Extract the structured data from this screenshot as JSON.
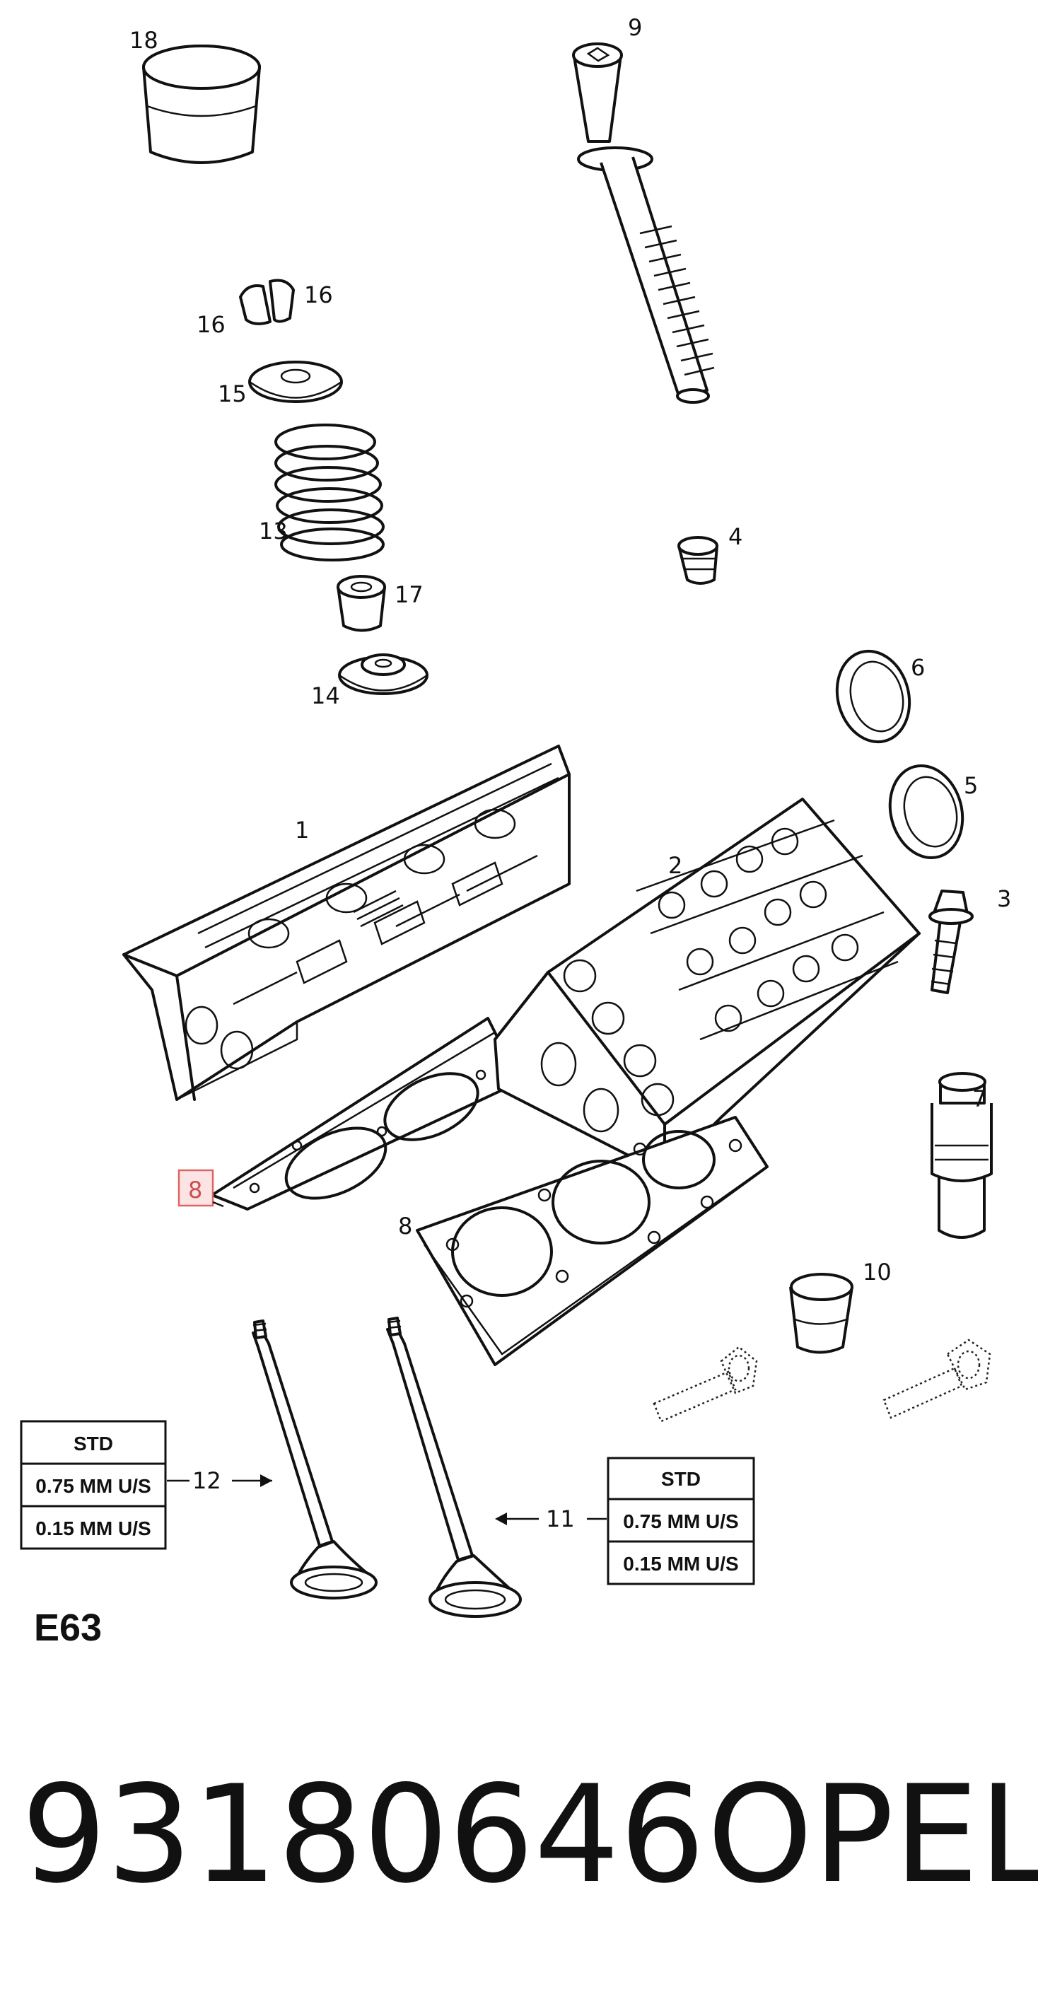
{
  "callouts": {
    "c18": "18",
    "c9": "9",
    "c16a": "16",
    "c16b": "16",
    "c15": "15",
    "c13": "13",
    "c17": "17",
    "c14": "14",
    "c4": "4",
    "c6": "6",
    "c5": "5",
    "c1": "1",
    "c2": "2",
    "c3": "3",
    "c7": "7",
    "c8_highlight": "8",
    "c8": "8",
    "c10": "10",
    "c12": "12",
    "c11": "11"
  },
  "tables": {
    "left": [
      "STD",
      "0.75 MM U/S",
      "0.15 MM U/S"
    ],
    "right": [
      "STD",
      "0.75 MM U/S",
      "0.15 MM U/S"
    ]
  },
  "section_code": "E63",
  "footer": {
    "part_number": "93180646",
    "brand": "OPEL"
  },
  "colors": {
    "ink": "#111111",
    "highlight_fill": "#fde4e4",
    "highlight_stroke": "#e06464"
  }
}
